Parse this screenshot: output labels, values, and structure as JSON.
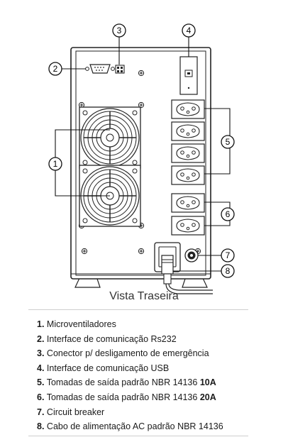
{
  "figure": {
    "callouts": [
      "1",
      "2",
      "3",
      "4",
      "5",
      "6",
      "7",
      "8"
    ]
  },
  "caption": "Vista Traseira",
  "legend": [
    {
      "num": "1.",
      "text": "Microventiladores",
      "bold": ""
    },
    {
      "num": "2.",
      "text": "Interface de comunicação Rs232",
      "bold": ""
    },
    {
      "num": "3.",
      "text": "Conector p/ desligamento de emergência",
      "bold": ""
    },
    {
      "num": "4.",
      "text": "Interface de comunicação USB",
      "bold": ""
    },
    {
      "num": "5.",
      "text": "Tomadas de saída padrão NBR 14136 ",
      "bold": "10A"
    },
    {
      "num": "6.",
      "text": "Tomadas de saída padrão NBR 14136 ",
      "bold": "20A"
    },
    {
      "num": "7.",
      "text": "Circuit breaker",
      "bold": ""
    },
    {
      "num": "8.",
      "text": "Cabo de alimentação AC padrão NBR 14136",
      "bold": ""
    }
  ]
}
